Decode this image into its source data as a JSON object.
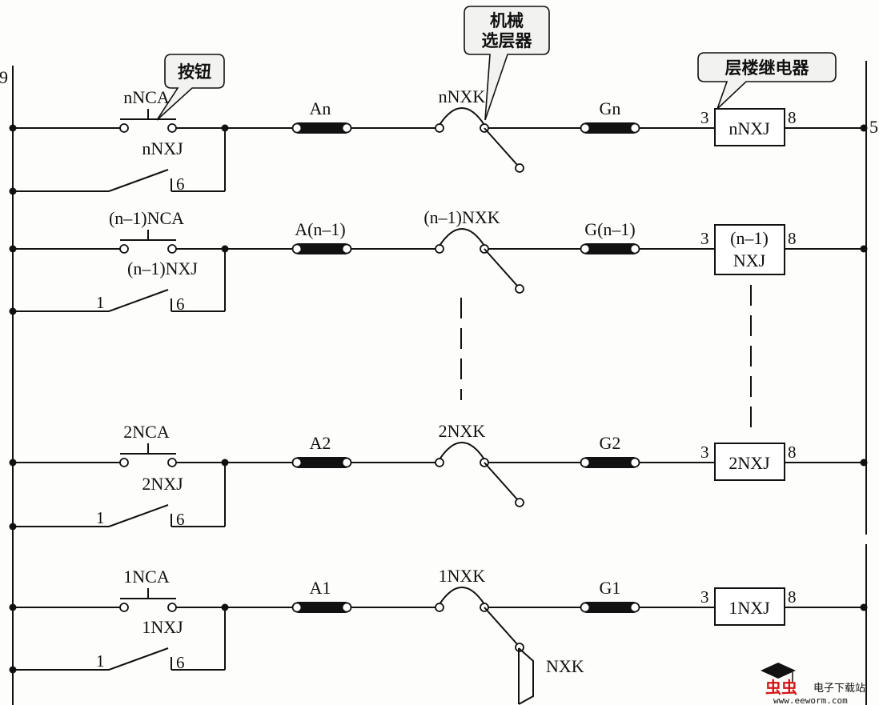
{
  "labels": {
    "left_rail": "9",
    "right_rail": "5",
    "pin_contact_left": "1",
    "pin_contact_right": "6",
    "pin_relay_left": "3",
    "pin_relay_right": "8",
    "nxk_bottom": "NXK"
  },
  "callouts": {
    "button": "按钮",
    "selector": [
      "机械",
      "选层器"
    ],
    "relay": "层楼继电器"
  },
  "rungs": [
    {
      "button": "nNCA",
      "contact": "nNXJ",
      "coil_a": "An",
      "selector": "nNXK",
      "coil_g": "Gn",
      "relay": [
        "nNXJ"
      ]
    },
    {
      "button": "(n–1)NCA",
      "contact": "(n–1)NXJ",
      "coil_a": "A(n–1)",
      "selector": "(n–1)NXK",
      "coil_g": "G(n–1)",
      "relay": [
        "(n–1)",
        "NXJ"
      ]
    },
    {
      "button": "2NCA",
      "contact": "2NXJ",
      "coil_a": "A2",
      "selector": "2NXK",
      "coil_g": "G2",
      "relay": [
        "2NXJ"
      ]
    },
    {
      "button": "1NCA",
      "contact": "1NXJ",
      "coil_a": "A1",
      "selector": "1NXK",
      "coil_g": "G1",
      "relay": [
        "1NXJ"
      ]
    }
  ],
  "watermark": {
    "logo": "虫虫",
    "name": "电子下载站",
    "url": "www.eeworm.com",
    "logo_color": "#d4141b"
  }
}
